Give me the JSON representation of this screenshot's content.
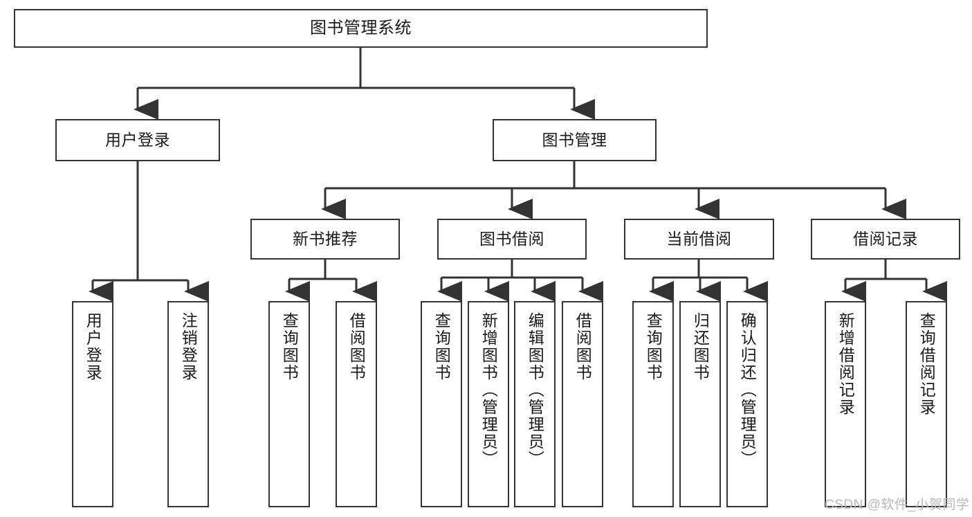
{
  "diagram": {
    "title": "图书管理系统",
    "type": "tree",
    "orientation": "top-down",
    "colors": {
      "node_border": "#333333",
      "node_fill": "#ffffff",
      "edge": "#333333",
      "text": "#1a1a1a",
      "watermark": "#b9b9b9",
      "background": "#ffffff"
    }
  },
  "nodes": {
    "root": {
      "label": "图书管理系统"
    },
    "level2": [
      {
        "label": "用户登录"
      },
      {
        "label": "图书管理"
      }
    ],
    "level3": [
      {
        "label": "新书推荐"
      },
      {
        "label": "图书借阅"
      },
      {
        "label": "当前借阅"
      },
      {
        "label": "借阅记录"
      }
    ],
    "leaves": {
      "user_login": [
        {
          "label": "用户登录"
        },
        {
          "label": "注销登录"
        }
      ],
      "new_book_recommend": [
        {
          "label": "查询图书"
        },
        {
          "label": "借阅图书"
        }
      ],
      "book_borrow": [
        {
          "label": "查询图书"
        },
        {
          "label": "新增图书（管理员）"
        },
        {
          "label": "编辑图书（管理员）"
        },
        {
          "label": "借阅图书"
        }
      ],
      "current_borrow": [
        {
          "label": "查询图书"
        },
        {
          "label": "归还图书"
        },
        {
          "label": "确认归还（管理员）"
        }
      ],
      "borrow_record": [
        {
          "label": "新增借阅记录"
        },
        {
          "label": "查询借阅记录"
        }
      ]
    }
  },
  "watermark": {
    "text": "CSDN @软件_小贺同学"
  }
}
